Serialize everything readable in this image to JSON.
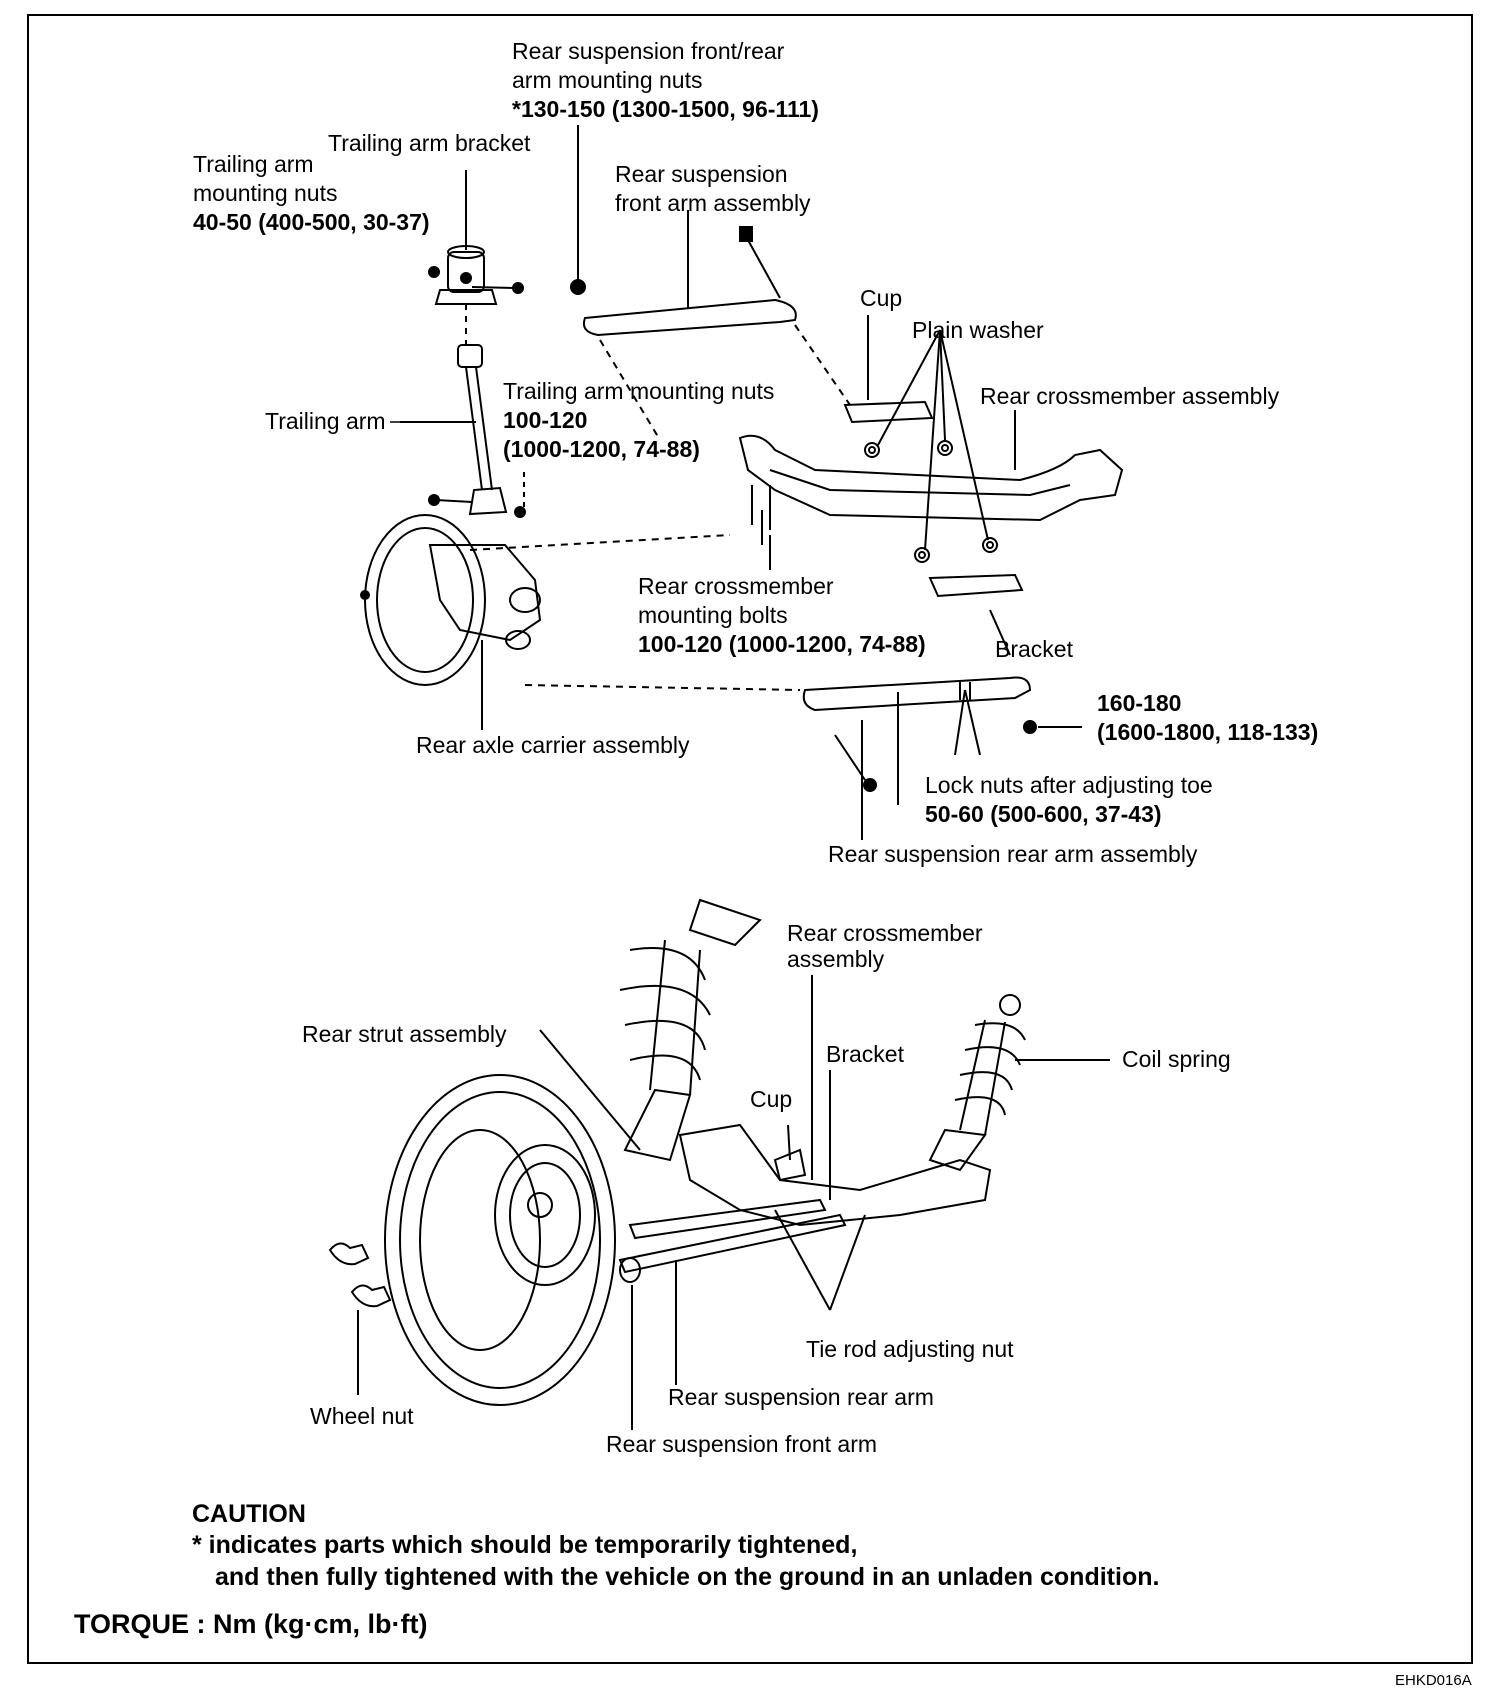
{
  "labels": {
    "front_rear_nuts": [
      "Rear suspension front/rear",
      "arm mounting nuts",
      "*130-150 (1300-1500, 96-111)"
    ],
    "trailing_arm_bracket": "Trailing arm bracket",
    "trailing_arm_nuts": [
      "Trailing arm",
      "mounting nuts",
      "40-50 (400-500, 30-37)"
    ],
    "front_arm_assembly": [
      "Rear suspension",
      "front arm assembly"
    ],
    "cup_top": "Cup",
    "plain_washer": "Plain washer",
    "crossmember_assembly_top": "Rear crossmember assembly",
    "trailing_arm_nuts_2": [
      "Trailing arm mounting nuts",
      "100-120",
      "(1000-1200, 74-88)"
    ],
    "trailing_arm": "Trailing arm",
    "crossmember_bolts": [
      "Rear crossmember",
      "mounting bolts",
      "100-120 (1000-1200, 74-88)"
    ],
    "bracket_top": "Bracket",
    "torque_160": [
      "160-180",
      "(1600-1800, 118-133)"
    ],
    "axle_carrier": "Rear axle carrier assembly",
    "lock_nuts": [
      "Lock nuts after adjusting toe",
      "50-60 (500-600, 37-43)"
    ],
    "rear_arm_assembly": "Rear suspension rear arm  assembly",
    "crossmember_assembly_bottom": [
      "Rear crossmember",
      "assembly"
    ],
    "strut_assembly": "Rear strut assembly",
    "bracket_bottom": "Bracket",
    "coil_spring": "Coil spring",
    "cup_bottom": "Cup",
    "tie_rod_nut": "Tie rod adjusting nut",
    "rear_arm": "Rear suspension rear arm",
    "wheel_nut": "Wheel nut",
    "front_arm": "Rear suspension front arm"
  },
  "caution": {
    "title": "CAUTION",
    "line1": "* indicates parts which should be temporarily tightened,",
    "line2": "and then fully tightened with the vehicle on the ground in an unladen condition."
  },
  "torque_note": "TORQUE : Nm (kg·cm, lb·ft)",
  "figure_code": "EHKD016A"
}
